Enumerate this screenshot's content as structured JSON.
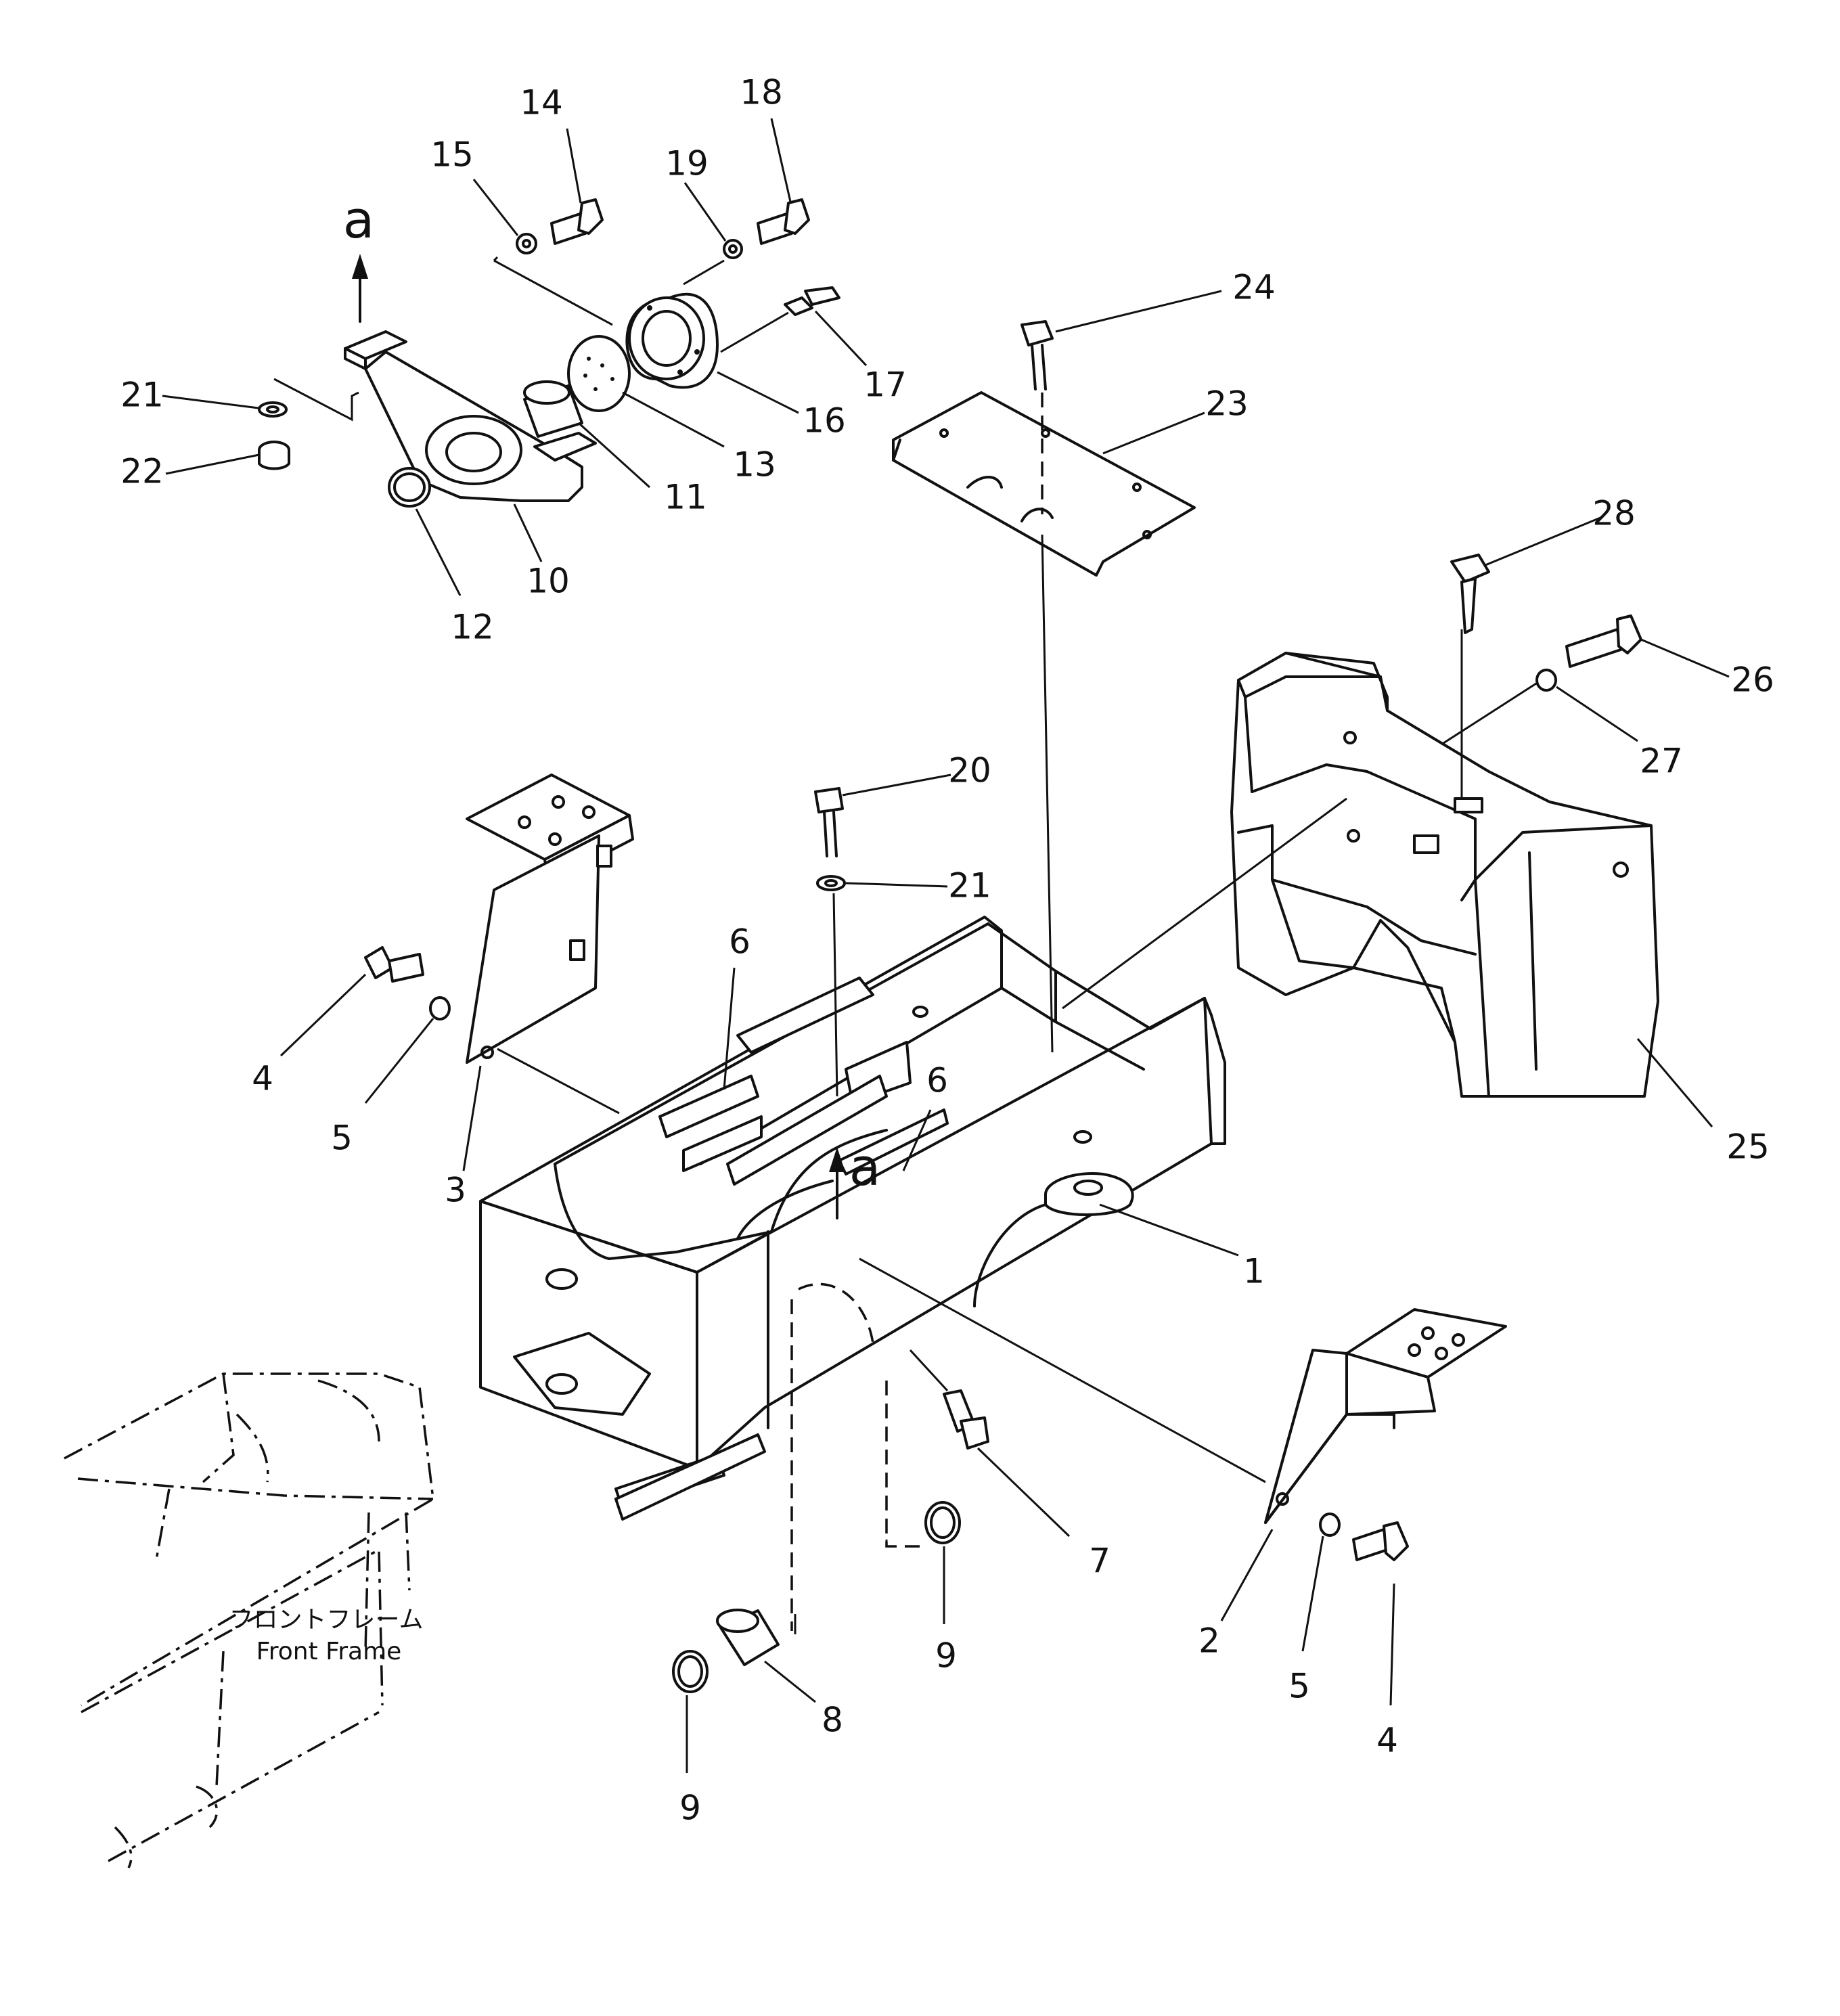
{
  "callouts": [
    {
      "id": "1",
      "label": "1"
    },
    {
      "id": "2",
      "label": "2"
    },
    {
      "id": "3",
      "label": "3"
    },
    {
      "id": "4a",
      "label": "4"
    },
    {
      "id": "4b",
      "label": "4"
    },
    {
      "id": "5a",
      "label": "5"
    },
    {
      "id": "5b",
      "label": "5"
    },
    {
      "id": "6a",
      "label": "6"
    },
    {
      "id": "6b",
      "label": "6"
    },
    {
      "id": "7",
      "label": "7"
    },
    {
      "id": "8",
      "label": "8"
    },
    {
      "id": "9a",
      "label": "9"
    },
    {
      "id": "9b",
      "label": "9"
    },
    {
      "id": "10",
      "label": "10"
    },
    {
      "id": "11",
      "label": "11"
    },
    {
      "id": "12",
      "label": "12"
    },
    {
      "id": "13",
      "label": "13"
    },
    {
      "id": "14",
      "label": "14"
    },
    {
      "id": "15",
      "label": "15"
    },
    {
      "id": "16",
      "label": "16"
    },
    {
      "id": "17",
      "label": "17"
    },
    {
      "id": "18",
      "label": "18"
    },
    {
      "id": "19",
      "label": "19"
    },
    {
      "id": "20",
      "label": "20"
    },
    {
      "id": "21a",
      "label": "21"
    },
    {
      "id": "21b",
      "label": "21"
    },
    {
      "id": "22",
      "label": "22"
    },
    {
      "id": "23",
      "label": "23"
    },
    {
      "id": "24",
      "label": "24"
    },
    {
      "id": "25",
      "label": "25"
    },
    {
      "id": "26",
      "label": "26"
    },
    {
      "id": "27",
      "label": "27"
    },
    {
      "id": "28",
      "label": "28"
    }
  ],
  "reference_marks": {
    "a_top": "a",
    "a_bottom": "a"
  },
  "front_frame": {
    "label_jp": "フロントフレーム",
    "label_en": "Front Frame"
  }
}
